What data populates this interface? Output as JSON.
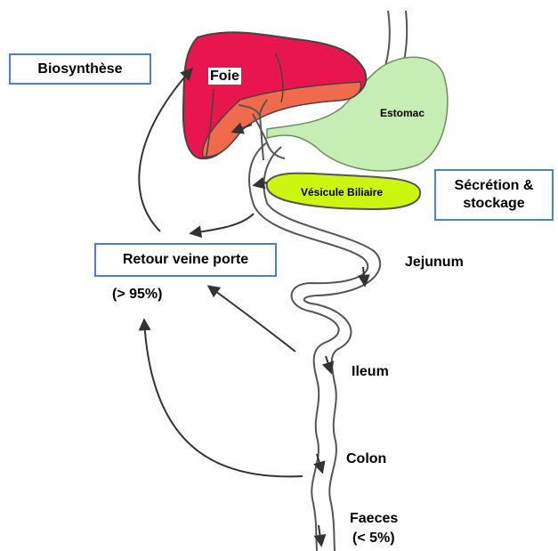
{
  "labels": {
    "biosynthese": "Biosynthèse",
    "foie": "Foie",
    "estomac": "Estomac",
    "vesicule": "Vésicule Biliaire",
    "secretion_line1": "Sécrétion &",
    "secretion_line2": "stockage",
    "retour": "Retour veine porte",
    "pct_retour": "(> 95%)",
    "jejunum": "Jejunum",
    "ileum": "Ileum",
    "colon": "Colon",
    "faeces": "Faeces",
    "pct_faeces": "(< 5%)"
  },
  "colors": {
    "liver": "#e8154e",
    "liver_lower": "#f26a4c",
    "stomach": "#c6edb4",
    "gallbladder": "#ccf50f",
    "box_border": "#4f81bd",
    "outline": "#555555"
  }
}
